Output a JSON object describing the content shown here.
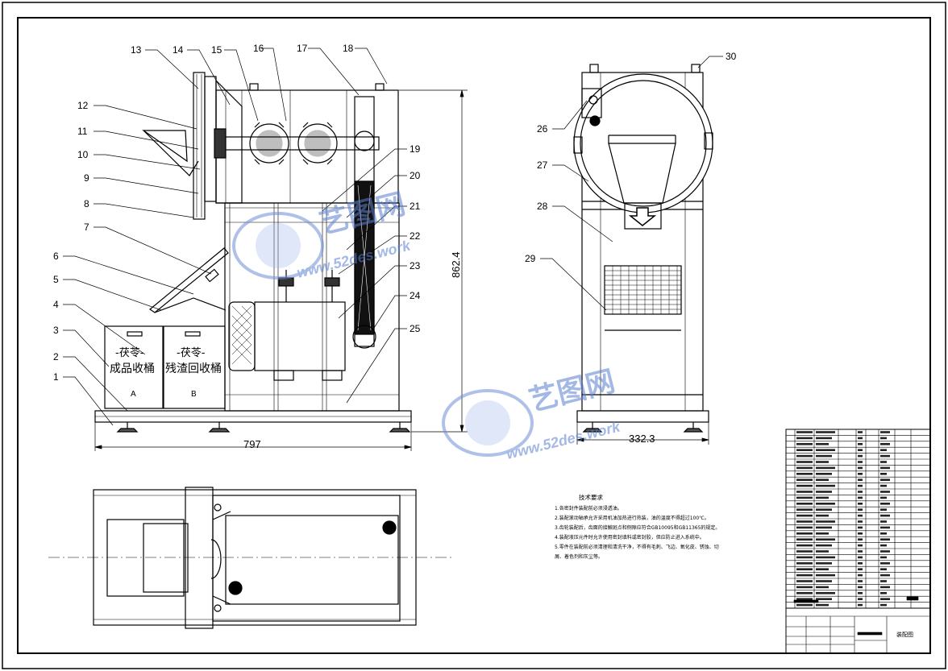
{
  "callouts": [
    "1",
    "2",
    "3",
    "4",
    "5",
    "6",
    "7",
    "8",
    "9",
    "10",
    "11",
    "12",
    "13",
    "14",
    "15",
    "16",
    "17",
    "18",
    "19",
    "20",
    "21",
    "22",
    "23",
    "24",
    "25",
    "26",
    "27",
    "28",
    "29",
    "30"
  ],
  "dimensions": {
    "overall_width": "797",
    "overall_height": "862.4",
    "side_width": "332.3"
  },
  "bins": {
    "a_top": "-茯苓-",
    "a_label": "成品收桶",
    "a_letter": "A",
    "b_top": "-茯苓-",
    "b_label": "残渣回收桶",
    "b_letter": "B"
  },
  "watermark": {
    "name": "艺图网",
    "url": "www.52des.work"
  },
  "tech_notes": {
    "title": "技术要求",
    "lines": [
      "1.各密封件装配前必须浸透油。",
      "2.装配滚动轴承允许采用机油加热进行热装，油的温度不得超过100℃。",
      "3.齿轮装配后，齿面的接触斑点和侧隙应符合GB10095和GB11365的规定。",
      "4.装配液压元件时允许使用密封填料或密封胶，但应防止进入系统中。",
      "5.零件在装配前必须清理和清洗干净，不得有毛刺、飞边、氧化皮、锈蚀、切",
      "屑、着色剂和灰尘等。"
    ]
  },
  "title_block": {
    "drawing_name": "装配图"
  }
}
